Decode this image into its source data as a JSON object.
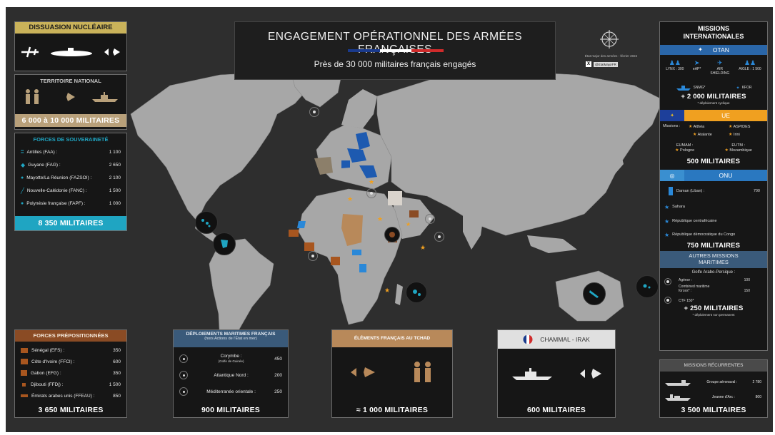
{
  "title": {
    "main": "ENGAGEMENT OPÉRATIONNEL DES ARMÉES FRANÇAISES",
    "sub": "Près de 30 000 militaires français engagés",
    "source_line": "État-major des armées - février 2024",
    "twitter_handle": "@EtatMajorFR"
  },
  "dissuasion": {
    "header": "DISSUASION NUCLÉAIRE"
  },
  "territoire": {
    "header": "TERRITOIRE NATIONAL",
    "total": "6 000 à 10 000 MILITAIRES"
  },
  "souverainete": {
    "header": "FORCES DE SOUVERAINETÉ",
    "rows": [
      {
        "label": "Antilles (FAA) :",
        "value": "1 100"
      },
      {
        "label": "Guyane (FAG) :",
        "value": "2 650"
      },
      {
        "label": "Mayotte/La Réunion (FAZSOI) :",
        "value": "2 100"
      },
      {
        "label": "Nouvelle-Calédonie (FANC) :",
        "value": "1 500"
      },
      {
        "label": "Polynésie française (FAPF) :",
        "value": "1 000"
      }
    ],
    "total": "8 350 MILITAIRES"
  },
  "prepositionnees": {
    "header": "FORCES PRÉPOSITIONNÉES",
    "rows": [
      {
        "label": "Sénégal (EFS) :",
        "value": "350"
      },
      {
        "label": "Côte d'Ivoire (FFCI) :",
        "value": "600"
      },
      {
        "label": "Gabon (EFG) :",
        "value": "350"
      },
      {
        "label": "Djibouti (FFDj) :",
        "value": "1 500"
      },
      {
        "label": "Émirats arabes unis (FFEAU) :",
        "value": "850"
      }
    ],
    "total": "3 650 MILITAIRES"
  },
  "maritimes": {
    "header": "DÉPLOIEMENTS MARITIMES FRANÇAIS",
    "subheader": "(hors Actions de l'État en mer)",
    "rows": [
      {
        "label": "Corymbe :",
        "note": "(Golfe de Guinée)",
        "value": "450"
      },
      {
        "label": "Atlantique Nord :",
        "note": "",
        "value": "200"
      },
      {
        "label": "Méditerranée orientale :",
        "note": "",
        "value": "250"
      }
    ],
    "total": "900 MILITAIRES"
  },
  "tchad": {
    "header": "ÉLÉMENTS FRANÇAIS AU TCHAD",
    "total": "≈ 1 000 MILITAIRES"
  },
  "chammal": {
    "header": "CHAMMAL - IRAK",
    "total": "600 MILITAIRES"
  },
  "internationales": {
    "header": "MISSIONS INTERNATIONALES",
    "otan": {
      "label": "OTAN",
      "units": [
        {
          "label": "LYNX : 300"
        },
        {
          "label": "eAP*"
        },
        {
          "label": "AIR SHIELDING"
        },
        {
          "label": "AIGLE : 1 500"
        }
      ],
      "snmg": "SNMG*",
      "kfor": "KFOR",
      "total": "+ 2 000 MILITAIRES",
      "footnote": "* déploiement cyclique"
    },
    "ue": {
      "label": "UE",
      "missions_label": "Missions :",
      "missions": [
        "Althéa",
        "ASPIDES",
        "Atalante",
        "Irini"
      ],
      "eumam": "EUMAM :",
      "eutm": "EUTM :",
      "eumam_country": "Pologne",
      "eutm_country": "Mozambique",
      "total": "500 MILITAIRES"
    },
    "onu": {
      "label": "ONU",
      "daman_label": "Daman (Liban) :",
      "daman_value": "700",
      "items": [
        "Sahara",
        "République centrafricaine",
        "République démocratique du Congo"
      ],
      "total": "750 MILITAIRES"
    },
    "autres": {
      "header": "AUTRES MISSIONS MARITIMES",
      "zone": "Golfe Arabo-Persique :",
      "rows": [
        {
          "label": "Agénor :",
          "value": "100"
        },
        {
          "label": "Combined maritime forces* :",
          "value": "150"
        },
        {
          "label": "CTF 150*",
          "value": ""
        }
      ],
      "total": "+ 250 MILITAIRES",
      "footnote": "* déploiement non permanent"
    }
  },
  "recurrentes": {
    "header": "MISSIONS RÉCURRENTES",
    "rows": [
      {
        "label": "Groupe aéronaval :",
        "value": "2 780"
      },
      {
        "label": "Jeanne d'Arc :",
        "value": "800"
      }
    ],
    "total": "3 500 MILITAIRES"
  },
  "colors": {
    "background": "#2e2e2e",
    "land": "#a7a7a7",
    "panel": "#161616",
    "gold_header": "#c9b25a",
    "cyan_total": "#1fa5c2",
    "blue": "#2a66a8",
    "brown": "#8a4b24",
    "orange_star": "#f0a020",
    "nato_blue": "#1d5ab0",
    "france_blue": "#1a3a8c",
    "france_red": "#d02b2b"
  }
}
